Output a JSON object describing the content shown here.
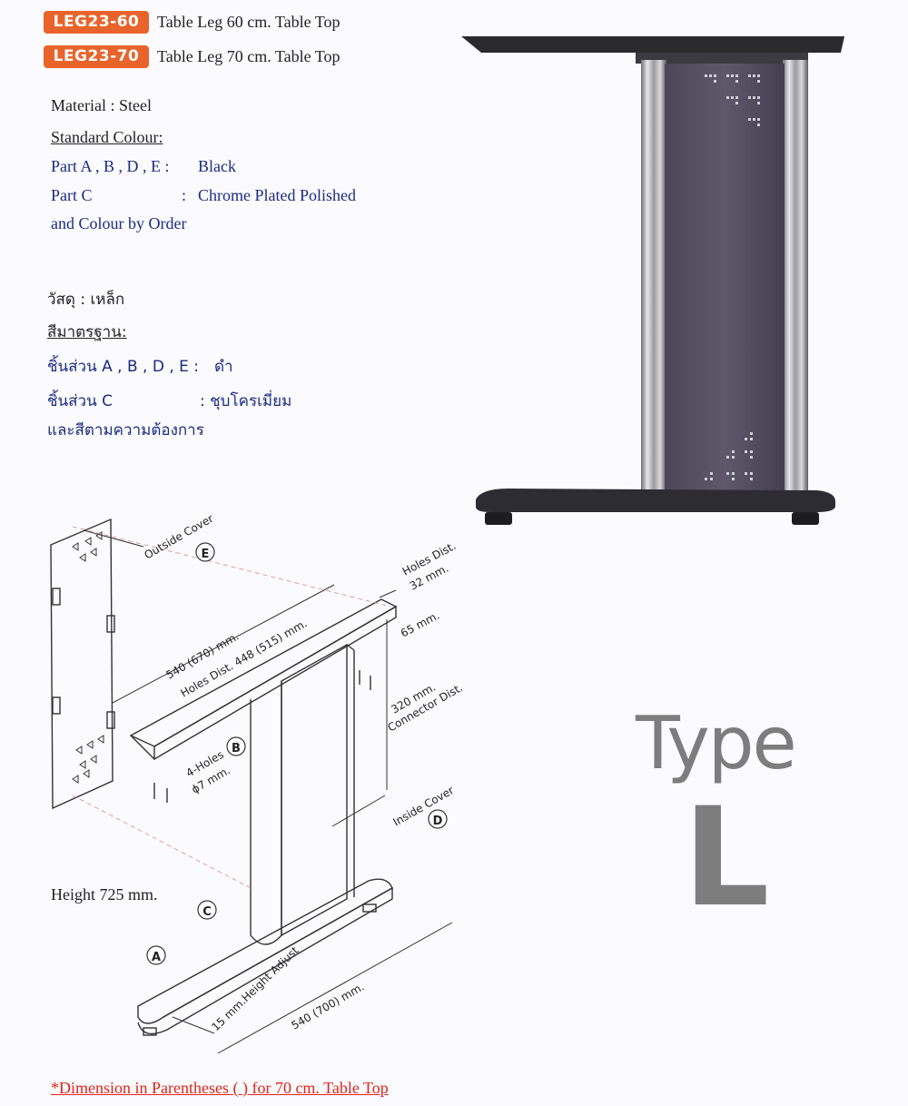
{
  "products": [
    {
      "code": "LEG23-60",
      "description": "Table Leg  60 cm. Table Top"
    },
    {
      "code": "LEG23-70",
      "description": "Table Leg  70 cm. Table Top"
    }
  ],
  "spec_en": {
    "material": "Material : Steel",
    "standard_colour_heading": "Standard Colour:",
    "part_abde_label": "Part  A , B , D , E :",
    "part_abde_value": "Black",
    "part_c_label": "Part  C",
    "part_c_sep": ":",
    "part_c_value": "Chrome Plated Polished",
    "order_note": "and Colour by Order"
  },
  "spec_th": {
    "material": "วัสดุ : เหล็ก",
    "standard_colour_heading": "สีมาตรฐาน:",
    "part_abde_label": "ชิ้นส่วน  A , B , D , E :",
    "part_abde_value": "ดำ",
    "part_c_label": "ชิ้นส่วน  C",
    "part_c_value": ": ชุบโครเมี่ยม",
    "order_note": "และสีตามความต้องการ"
  },
  "diagram": {
    "labels": {
      "outside_cover": "Outside Cover",
      "e": "E",
      "holes_dist_32": "Holes Dist.",
      "mm_32": "32 mm.",
      "mm_65": "65 mm.",
      "dim_540_670": "540 (670) mm.",
      "holes_dist_448": "Holes Dist. 448 (515) mm.",
      "dim_320": "320 mm.",
      "connector_dist": "Connector Dist.",
      "b": "B",
      "four_holes": "4-Holes",
      "phi_7": "ϕ7 mm.",
      "inside_cover": "Inside Cover",
      "d": "D",
      "c": "C",
      "a": "A",
      "height_adjust": "15 mm.Height Adjust",
      "dim_540_700": "540 (700) mm."
    },
    "height_note": "Height 725 mm."
  },
  "type_label": {
    "word": "Type",
    "letter": "L"
  },
  "footnote": "*Dimension in Parentheses  (       ) for 70 cm. Table Top",
  "colors": {
    "badge": "#e8642a",
    "blue_text": "#1c2b82",
    "footnote": "#e0241c",
    "type_grey": "#7d7d7d"
  }
}
